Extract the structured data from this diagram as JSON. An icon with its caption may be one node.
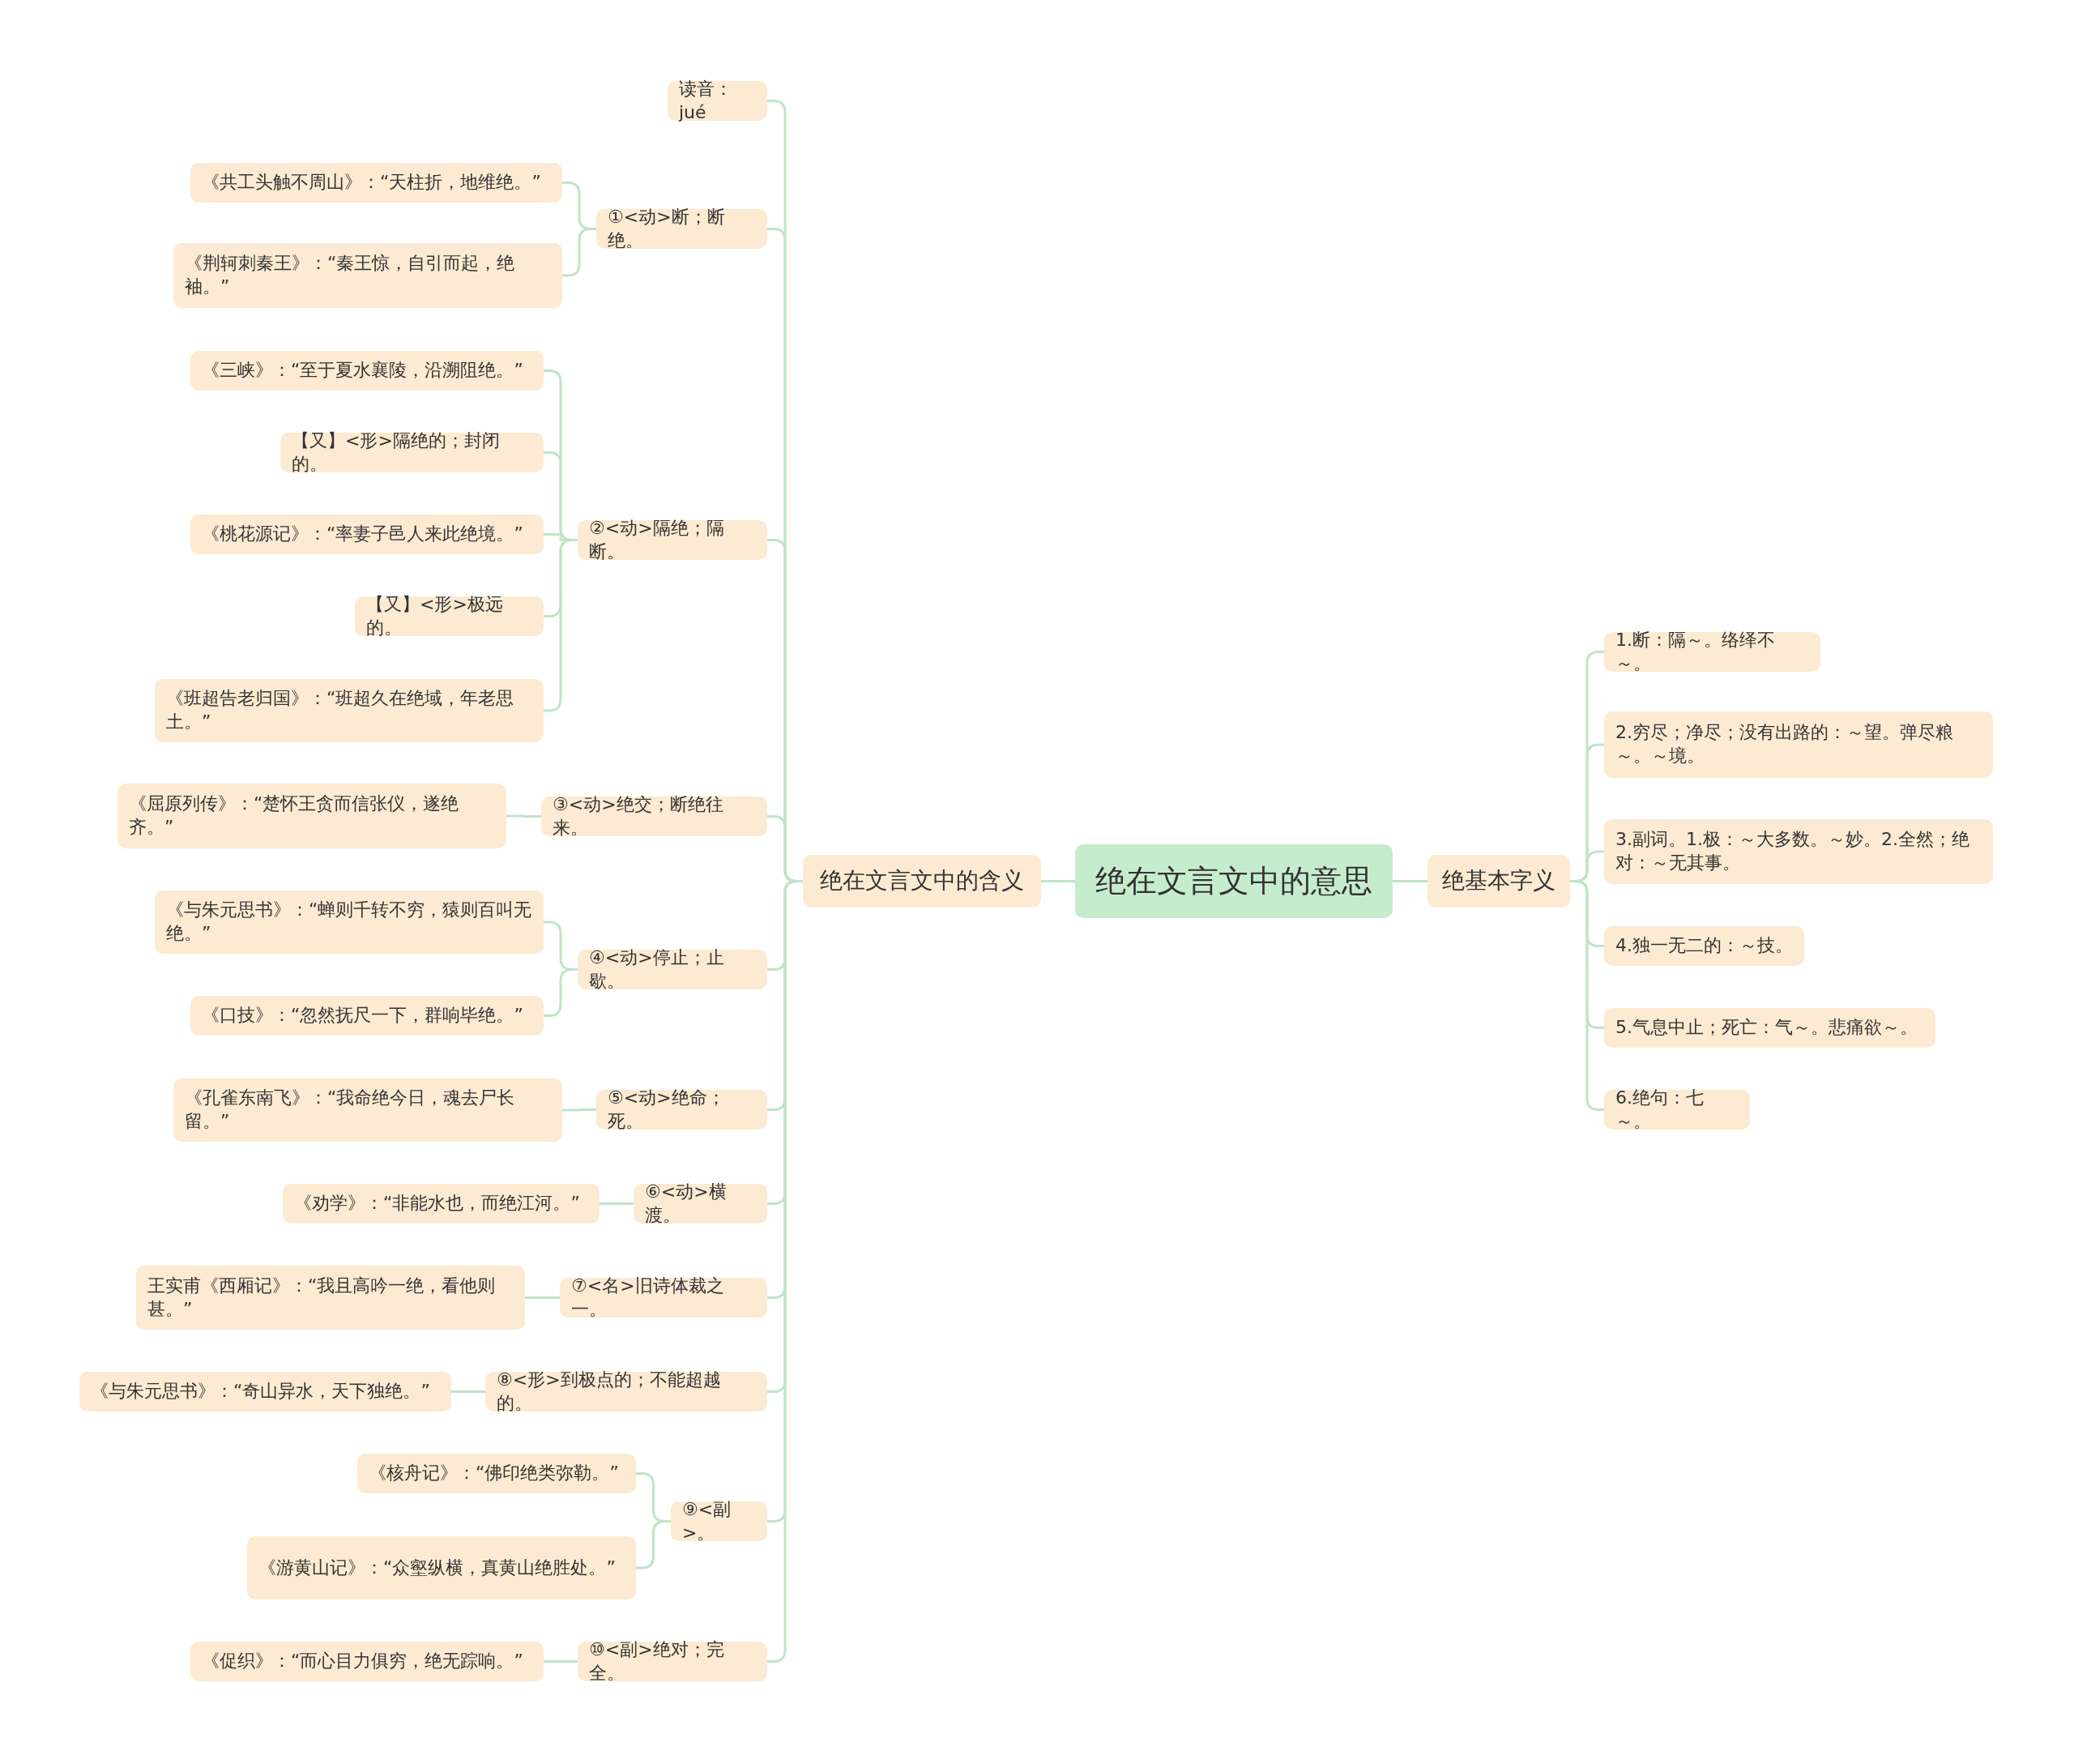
{
  "diagram": {
    "nodes": [
      {
        "text": [
          "绝在文言文中的意思"
        ]
      },
      {
        "text": [
          "绝在文言文中的含义"
        ]
      },
      {
        "text": [
          "绝基本字义"
        ]
      },
      {
        "text": [
          "读音：jué"
        ]
      },
      {
        "text": [
          "①<动>断；断绝。"
        ]
      },
      {
        "text": [
          "《共工头触不周山》：“天柱折，地维绝。”"
        ]
      },
      {
        "text": [
          "《荆轲刺秦王》：“秦王惊，自引而起，绝袖。”"
        ]
      },
      {
        "text": [
          "②<动>隔绝；隔断。"
        ]
      },
      {
        "text": [
          "《三峡》：“至于夏水襄陵，沿溯阻绝。”"
        ]
      },
      {
        "text": [
          "【又】<形>隔绝的；封闭的。"
        ]
      },
      {
        "text": [
          "《桃花源记》：“率妻子邑人来此绝境。”"
        ]
      },
      {
        "text": [
          "【又】<形>极远的。"
        ]
      },
      {
        "text": [
          "《班超告老归国》：“班超久在绝域，年老思土。”"
        ]
      },
      {
        "text": [
          "③<动>绝交；断绝往来。"
        ]
      },
      {
        "text": [
          "《屈原列传》：“楚怀王贪而信张仪，遂绝齐。”"
        ]
      },
      {
        "text": [
          "④<动>停止；止歇。"
        ]
      },
      {
        "text": [
          "《与朱元思书》：“蝉则千转不穷，猿则百叫无绝。”"
        ]
      },
      {
        "text": [
          "《口技》：“忽然抚尺一下，群响毕绝。”"
        ]
      },
      {
        "text": [
          "⑤<动>绝命；死。"
        ]
      },
      {
        "text": [
          "《孔雀东南飞》：“我命绝今日，魂去尸长留。”"
        ]
      },
      {
        "text": [
          "⑥<动>横渡。"
        ]
      },
      {
        "text": [
          "《劝学》：“非能水也，而绝江河。”"
        ]
      },
      {
        "text": [
          "⑦<名>旧诗体裁之一。"
        ]
      },
      {
        "text": [
          "王实甫《西厢记》：“我且高吟一绝，看他则甚。”"
        ]
      },
      {
        "text": [
          "⑧<形>到极点的；不能超越的。"
        ]
      },
      {
        "text": [
          "《与朱元思书》：“奇山异水，天下独绝。”"
        ]
      },
      {
        "text": [
          "⑨<副>。"
        ]
      },
      {
        "text": [
          "《核舟记》：“佛印绝类弥勒。”"
        ]
      },
      {
        "text": [
          "《游黄山记》：“众壑纵横，真黄山绝胜处。”"
        ]
      },
      {
        "text": [
          "⑩<副>绝对；完全。"
        ]
      },
      {
        "text": [
          "《促织》：“而心目力俱穷，绝无踪响。”"
        ]
      },
      {
        "text": [
          "1.断：隔～。络绎不～。"
        ]
      },
      {
        "text": [
          "2.穷尽；净尽；没有出路的：～望。弹尽粮～。～境。"
        ]
      },
      {
        "text": [
          "3.副词。1.极：～大多数。～妙。2.全然；绝对：～无其事。"
        ]
      },
      {
        "text": [
          "4.独一无二的：～技。"
        ]
      },
      {
        "text": [
          "5.气息中止；死亡：气～。悲痛欲～。"
        ]
      },
      {
        "text": [
          "6.绝句：七～。"
        ]
      }
    ],
    "edges": [
      {
        "from": 0,
        "to": 1,
        "arrow": "none"
      },
      {
        "from": 0,
        "to": 2,
        "arrow": "none"
      },
      {
        "from": 1,
        "to": 3,
        "arrow": "none"
      },
      {
        "from": 1,
        "to": 4,
        "arrow": "none"
      },
      {
        "from": 4,
        "to": 5,
        "arrow": "none"
      },
      {
        "from": 4,
        "to": 6,
        "arrow": "none"
      },
      {
        "from": 1,
        "to": 7,
        "arrow": "none"
      },
      {
        "from": 7,
        "to": 8,
        "arrow": "none"
      },
      {
        "from": 7,
        "to": 9,
        "arrow": "none"
      },
      {
        "from": 7,
        "to": 10,
        "arrow": "none"
      },
      {
        "from": 7,
        "to": 11,
        "arrow": "none"
      },
      {
        "from": 7,
        "to": 12,
        "arrow": "none"
      },
      {
        "from": 1,
        "to": 13,
        "arrow": "none"
      },
      {
        "from": 13,
        "to": 14,
        "arrow": "none"
      },
      {
        "from": 1,
        "to": 15,
        "arrow": "none"
      },
      {
        "from": 15,
        "to": 16,
        "arrow": "none"
      },
      {
        "from": 15,
        "to": 17,
        "arrow": "none"
      },
      {
        "from": 1,
        "to": 18,
        "arrow": "none"
      },
      {
        "from": 18,
        "to": 19,
        "arrow": "none"
      },
      {
        "from": 1,
        "to": 20,
        "arrow": "none"
      },
      {
        "from": 20,
        "to": 21,
        "arrow": "none"
      },
      {
        "from": 1,
        "to": 22,
        "arrow": "none"
      },
      {
        "from": 22,
        "to": 23,
        "arrow": "none"
      },
      {
        "from": 1,
        "to": 24,
        "arrow": "none"
      },
      {
        "from": 24,
        "to": 25,
        "arrow": "none"
      },
      {
        "from": 1,
        "to": 26,
        "arrow": "none"
      },
      {
        "from": 26,
        "to": 27,
        "arrow": "none"
      },
      {
        "from": 26,
        "to": 28,
        "arrow": "none"
      },
      {
        "from": 1,
        "to": 29,
        "arrow": "none"
      },
      {
        "from": 29,
        "to": 30,
        "arrow": "none"
      },
      {
        "from": 2,
        "to": 31,
        "arrow": "none"
      },
      {
        "from": 2,
        "to": 32,
        "arrow": "none"
      },
      {
        "from": 2,
        "to": 33,
        "arrow": "none"
      },
      {
        "from": 2,
        "to": 34,
        "arrow": "none"
      },
      {
        "from": 2,
        "to": 35,
        "arrow": "none"
      },
      {
        "from": 2,
        "to": 36,
        "arrow": "none"
      }
    ]
  }
}
